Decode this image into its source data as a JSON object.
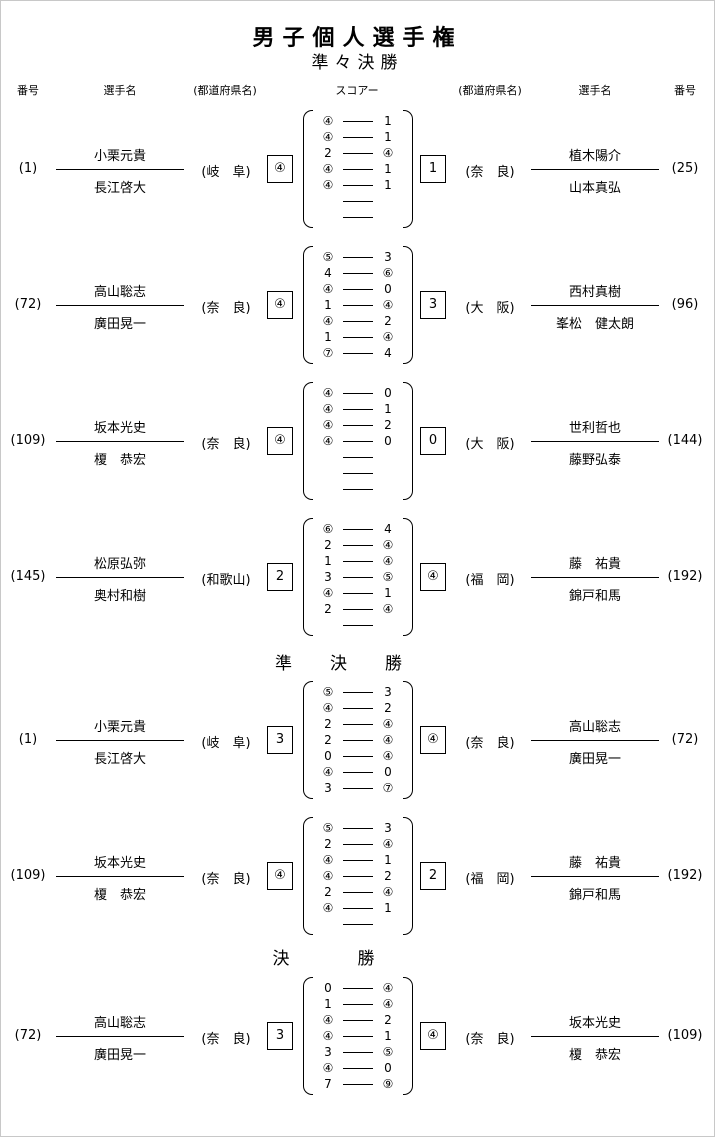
{
  "title": "男子個人選手権",
  "headers": {
    "num": "番号",
    "player": "選手名",
    "pref": "(都道府県名)",
    "score": "スコアー"
  },
  "sections": [
    {
      "heading": "準々決勝",
      "style": "normal"
    },
    {
      "heading": "準決勝",
      "style": "wide"
    },
    {
      "heading": "決勝",
      "style": "wider"
    }
  ],
  "matches": [
    {
      "left": {
        "num": "(1)",
        "p1": "小栗元貴",
        "p2": "長江啓大",
        "pref": "(岐　阜)",
        "score": "④"
      },
      "right": {
        "num": "(25)",
        "p1": "植木陽介",
        "p2": "山本真弘",
        "pref": "(奈　良)",
        "score": "1"
      },
      "games": [
        [
          "④",
          "1"
        ],
        [
          "④",
          "1"
        ],
        [
          "2",
          "④"
        ],
        [
          "④",
          "1"
        ],
        [
          "④",
          "1"
        ],
        [
          "",
          ""
        ],
        [
          "",
          ""
        ]
      ]
    },
    {
      "left": {
        "num": "(72)",
        "p1": "高山聡志",
        "p2": "廣田晃一",
        "pref": "(奈　良)",
        "score": "④"
      },
      "right": {
        "num": "(96)",
        "p1": "西村真樹",
        "p2": "峯松　健太朗",
        "pref": "(大　阪)",
        "score": "3"
      },
      "games": [
        [
          "⑤",
          "3"
        ],
        [
          "4",
          "⑥"
        ],
        [
          "④",
          "0"
        ],
        [
          "1",
          "④"
        ],
        [
          "④",
          "2"
        ],
        [
          "1",
          "④"
        ],
        [
          "⑦",
          "4"
        ]
      ]
    },
    {
      "left": {
        "num": "(109)",
        "p1": "坂本光史",
        "p2": "榎　恭宏",
        "pref": "(奈　良)",
        "score": "④"
      },
      "right": {
        "num": "(144)",
        "p1": "世利哲也",
        "p2": "藤野弘泰",
        "pref": "(大　阪)",
        "score": "0"
      },
      "games": [
        [
          "④",
          "0"
        ],
        [
          "④",
          "1"
        ],
        [
          "④",
          "2"
        ],
        [
          "④",
          "0"
        ],
        [
          "",
          ""
        ],
        [
          "",
          ""
        ],
        [
          "",
          ""
        ]
      ]
    },
    {
      "left": {
        "num": "(145)",
        "p1": "松原弘弥",
        "p2": "奥村和樹",
        "pref": "(和歌山)",
        "score": "2"
      },
      "right": {
        "num": "(192)",
        "p1": "藤　祐貴",
        "p2": "錦戸和馬",
        "pref": "(福　岡)",
        "score": "④"
      },
      "games": [
        [
          "⑥",
          "4"
        ],
        [
          "2",
          "④"
        ],
        [
          "1",
          "④"
        ],
        [
          "3",
          "⑤"
        ],
        [
          "④",
          "1"
        ],
        [
          "2",
          "④"
        ],
        [
          "",
          ""
        ]
      ]
    },
    {
      "left": {
        "num": "(1)",
        "p1": "小栗元貴",
        "p2": "長江啓大",
        "pref": "(岐　阜)",
        "score": "3"
      },
      "right": {
        "num": "(72)",
        "p1": "高山聡志",
        "p2": "廣田晃一",
        "pref": "(奈　良)",
        "score": "④"
      },
      "games": [
        [
          "⑤",
          "3"
        ],
        [
          "④",
          "2"
        ],
        [
          "2",
          "④"
        ],
        [
          "2",
          "④"
        ],
        [
          "0",
          "④"
        ],
        [
          "④",
          "0"
        ],
        [
          "3",
          "⑦"
        ]
      ]
    },
    {
      "left": {
        "num": "(109)",
        "p1": "坂本光史",
        "p2": "榎　恭宏",
        "pref": "(奈　良)",
        "score": "④"
      },
      "right": {
        "num": "(192)",
        "p1": "藤　祐貴",
        "p2": "錦戸和馬",
        "pref": "(福　岡)",
        "score": "2"
      },
      "games": [
        [
          "⑤",
          "3"
        ],
        [
          "2",
          "④"
        ],
        [
          "④",
          "1"
        ],
        [
          "④",
          "2"
        ],
        [
          "2",
          "④"
        ],
        [
          "④",
          "1"
        ],
        [
          "",
          ""
        ]
      ]
    },
    {
      "left": {
        "num": "(72)",
        "p1": "高山聡志",
        "p2": "廣田晃一",
        "pref": "(奈　良)",
        "score": "3"
      },
      "right": {
        "num": "(109)",
        "p1": "坂本光史",
        "p2": "榎　恭宏",
        "pref": "(奈　良)",
        "score": "④"
      },
      "games": [
        [
          "0",
          "④"
        ],
        [
          "1",
          "④"
        ],
        [
          "④",
          "2"
        ],
        [
          "④",
          "1"
        ],
        [
          "3",
          "⑤"
        ],
        [
          "④",
          "0"
        ],
        [
          "7",
          "⑨"
        ]
      ]
    }
  ]
}
